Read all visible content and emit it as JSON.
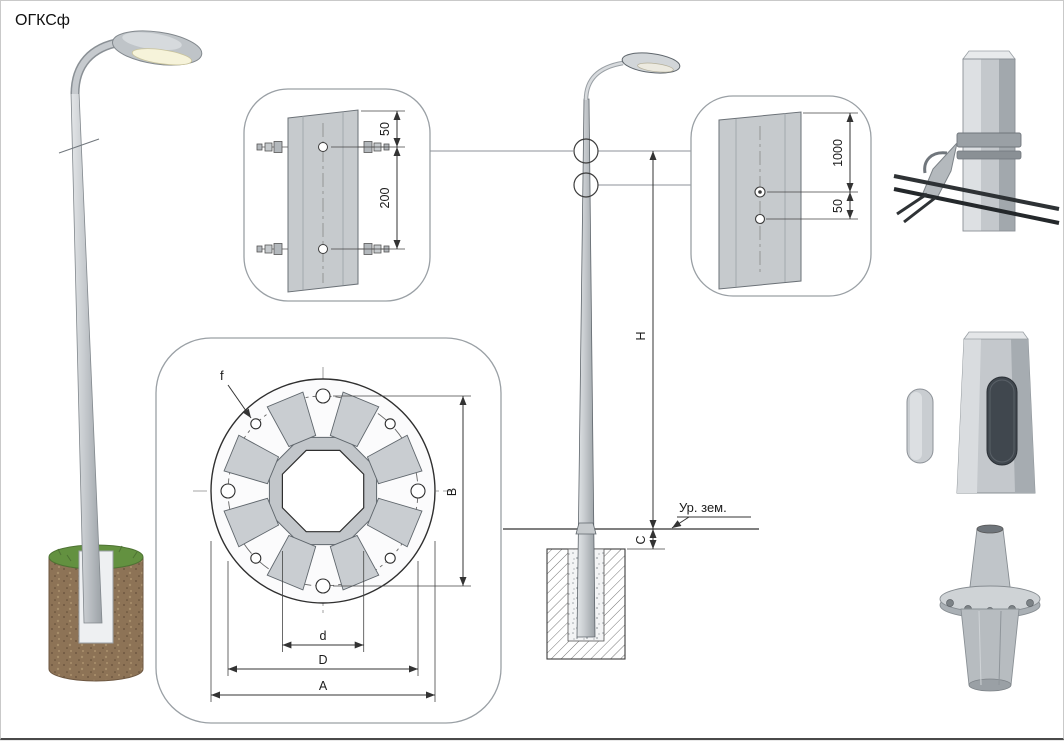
{
  "title": "ОГКСф",
  "detail_top_clamps": {
    "dim_top": "50",
    "dim_bottom": "200"
  },
  "detail_cable_holes": {
    "dim_top": "1000",
    "dim_bottom": "50"
  },
  "flange_plan": {
    "dim_f": "f",
    "dim_b": "B",
    "dim_d": "d",
    "dim_big_d": "D",
    "dim_a": "A"
  },
  "elevation": {
    "dim_h": "H",
    "dim_c": "C",
    "ground_label": "Ур. зем."
  },
  "colors": {
    "metal_light": "#dde0e3",
    "metal_mid": "#c4c8cc",
    "metal_dark": "#9fa5aa",
    "line": "#333333",
    "soil": "#8d7356",
    "grass": "#639140",
    "lens": "#f6f3da"
  }
}
